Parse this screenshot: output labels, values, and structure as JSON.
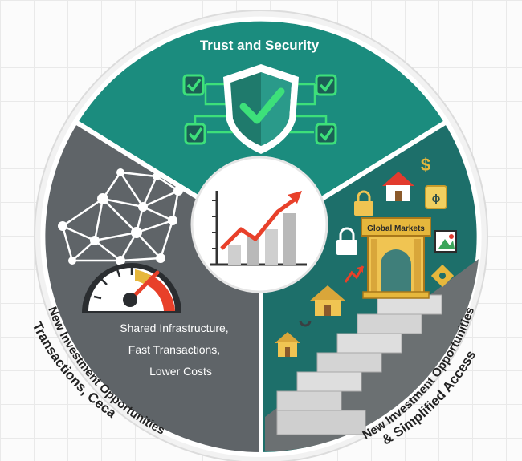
{
  "segments": {
    "top": {
      "title": "Trust and Security",
      "color": "#1b8c7e"
    },
    "left": {
      "body_lines": [
        "Shared Infrastructure,",
        "Fast Transactions,",
        "Lower Costs"
      ],
      "curved_line_1": "New Investment Opportunities",
      "curved_line_2": "Transactions, Ceca",
      "color": "#5f6468"
    },
    "right": {
      "gate_sign": "Global Markets",
      "curved_line_1": "New Investment Opportunities",
      "curved_line_2": "& Simplified Access",
      "color": "#1d6f6a"
    }
  },
  "icons": {
    "center": "growth-chart-icon",
    "top": "shield-check-icon",
    "left": [
      "network-icon",
      "speedometer-icon"
    ],
    "right": [
      "house-icon",
      "dollar-icon",
      "padlock-icon",
      "stairs-icon",
      "gate-icon",
      "picture-frame-icon",
      "coin-icon",
      "up-arrow-icon"
    ]
  },
  "colors": {
    "accent_green": "#3de07a",
    "chart_red": "#e8402a",
    "gold": "#e6b73c"
  }
}
